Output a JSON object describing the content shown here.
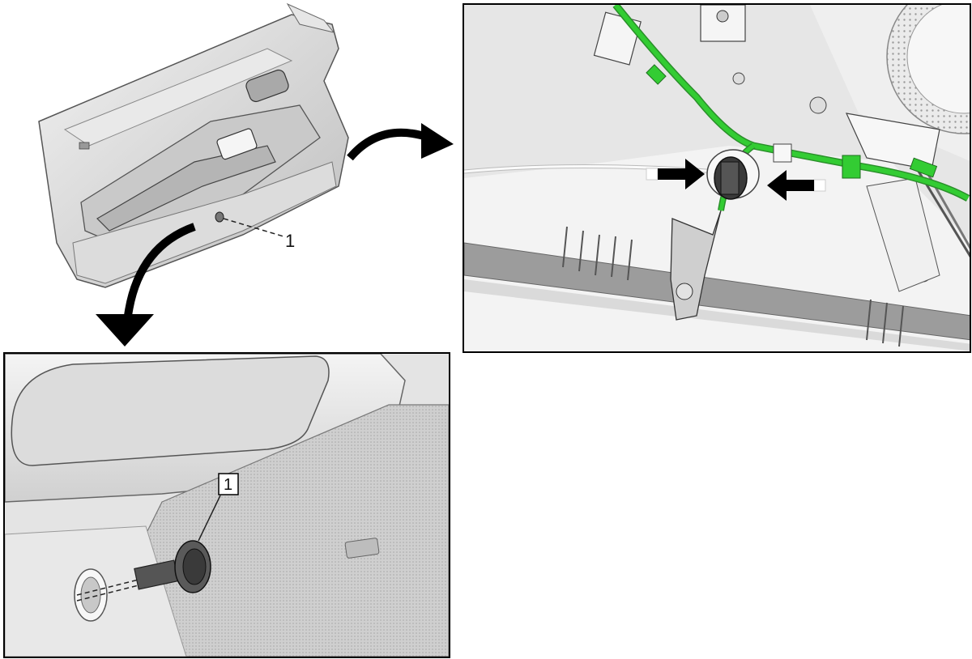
{
  "overview": {
    "callout_number": "1"
  },
  "detail_bottom": {
    "callout_number": "1"
  },
  "detail_top": {
    "arrow_count": 2
  },
  "colors": {
    "harness_green": "#33cc33",
    "panel_gray": "#d9d9d9",
    "outline": "#222222",
    "frame_border": "#000000"
  }
}
